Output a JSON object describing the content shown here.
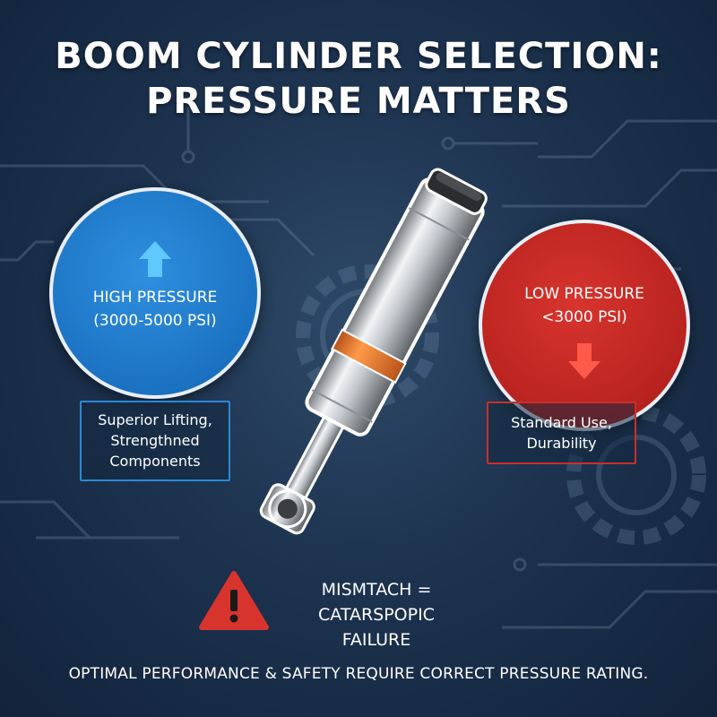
{
  "title": {
    "line1": "BOOM CYLINDER SELECTION:",
    "line2": "PRESSURE MATTERS"
  },
  "high_pressure": {
    "label": "HIGH PRESSURE",
    "range": "(3000-5000 PSI)",
    "arrow_icon": "arrow-up-icon",
    "color": "#1c72c2",
    "description": [
      "Superior Lifting,",
      "Strengthned",
      "Components"
    ]
  },
  "low_pressure": {
    "label": "LOW PRESSURE",
    "range": "<3000 PSI)",
    "arrow_icon": "arrow-down-icon",
    "color": "#b8231f",
    "description": [
      "Standard Use,",
      "Durability"
    ]
  },
  "warning": {
    "icon": "warning-icon",
    "line1": "MISMTACH =",
    "line2": "CATARSPOPIC FAILURE",
    "color": "#d8342e"
  },
  "footer": "OPTIMAL PERFORMANCE & SAFETY REQUIRE CORRECT PRESSURE RATING.",
  "colors": {
    "background": "#1d3350",
    "cylinder_band": "#f07a2a",
    "circuit_lines": "#6d87a6"
  }
}
